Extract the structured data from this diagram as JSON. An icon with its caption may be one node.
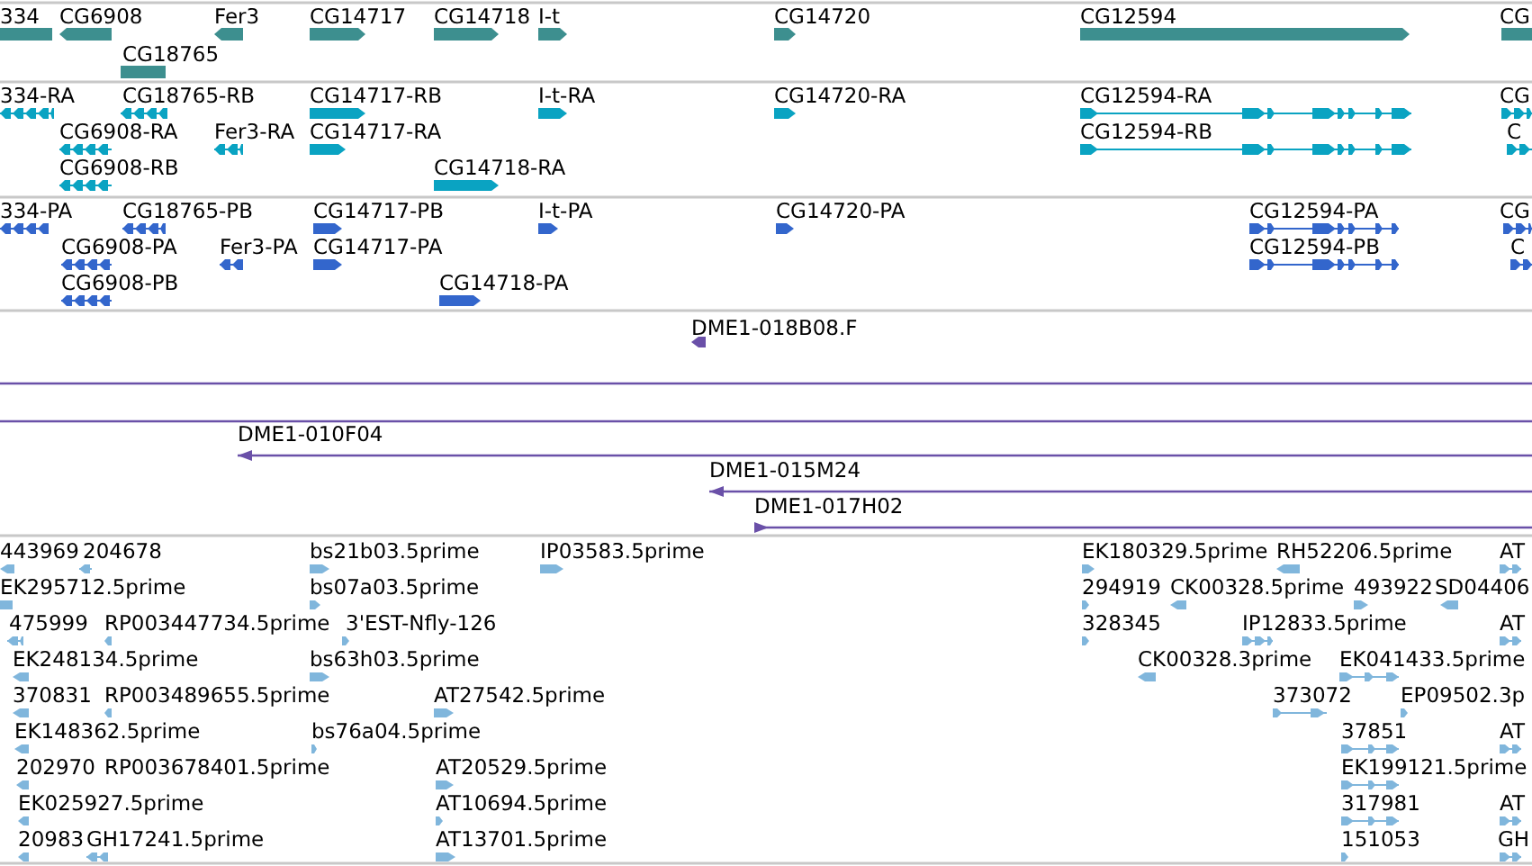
{
  "diagram": {
    "labels": [
      "334",
      "CG6908",
      "Fer3",
      "CG14717",
      "CG14718",
      "I-t",
      "CG14720",
      "CG12594",
      "CG",
      "CG18765",
      "334-RA",
      "CG18765-RB",
      "CG14717-RB",
      "I-t-RA",
      "CG14720-RA",
      "CG12594-RA",
      "CG",
      "CG6908-RA",
      "Fer3-RA",
      "CG14717-RA",
      "CG12594-RB",
      "C",
      "CG6908-RB",
      "CG14718-RA",
      "334-PA",
      "CG18765-PB",
      "CG14717-PB",
      "I-t-PA",
      "CG14720-PA",
      "CG12594-PA",
      "CG",
      "CG6908-PA",
      "Fer3-PA",
      "CG14717-PA",
      "CG12594-PB",
      "C",
      "CG6908-PB",
      "CG14718-PA",
      "DME1-018B08.F",
      "DME1-010F04",
      "DME1-015M24",
      "DME1-017H02",
      "443969",
      "204678",
      "bs21b03.5prime",
      "IP03583.5prime",
      "EK180329.5prime",
      "RH52206.5prime",
      "AT",
      "EK295712.5prime",
      "bs07a03.5prime",
      "294919",
      "CK00328.5prime",
      "493922",
      "SD04406",
      "475999",
      "RP003447734.5prime",
      "3'EST-Nfly-126",
      "328345",
      "IP12833.5prime",
      "AT",
      "EK248134.5prime",
      "bs63h03.5prime",
      "CK00328.3prime",
      "EK041433.5prime",
      "370831",
      "RP003489655.5prime",
      "AT27542.5prime",
      "373072",
      "EP09502.3p",
      "EK148362.5prime",
      "bs76a04.5prime",
      "37851",
      "AT",
      "202970",
      "RP003678401.5prime",
      "AT20529.5prime",
      "EK199121.5prime",
      "EK025927.5prime",
      "AT10694.5prime",
      "317981",
      "AT",
      "20983",
      "GH17241.5prime",
      "AT13701.5prime",
      "151053",
      "GH"
    ]
  }
}
